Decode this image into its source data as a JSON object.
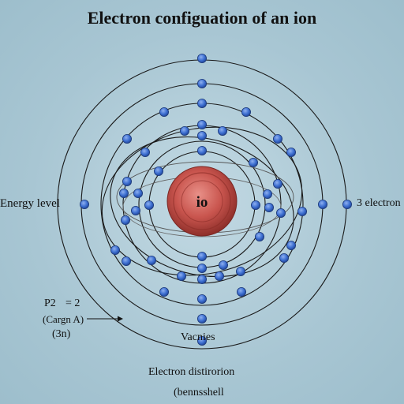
{
  "title": "Electron configuation of an ion",
  "nucleus_label": "io",
  "labels": {
    "energy_level": "Energy level",
    "electrons_right": "3 electron",
    "p2": "P2",
    "eq2": "= 2",
    "cargn": "(Cargn A)",
    "three_n": "(3n)",
    "vacancies": "Vacnies",
    "distribution": "Electron distirorion",
    "shell": "(bennsshell"
  },
  "colors": {
    "background": "#b4cfdb",
    "orbit": "#1a1a1a",
    "electron": "#3d6fd1",
    "nucleus": "#c9554e"
  }
}
